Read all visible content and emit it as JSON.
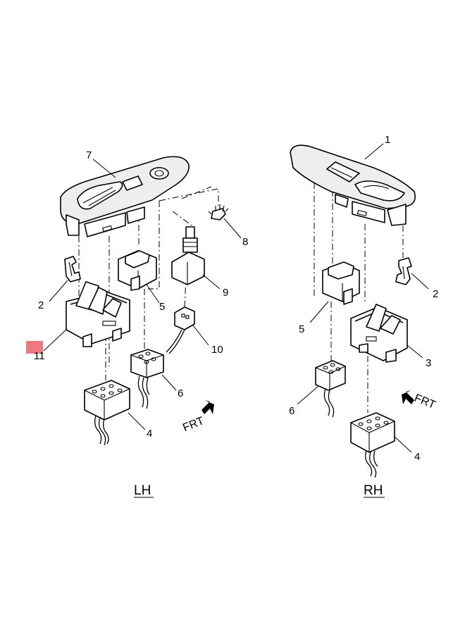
{
  "callouts_lh": [
    "7",
    "8",
    "9",
    "2",
    "5",
    "11",
    "10",
    "6",
    "4"
  ],
  "callouts_rh": [
    "1",
    "2",
    "5",
    "3",
    "6",
    "4"
  ],
  "side_labels": {
    "left": "LH",
    "right": "RH"
  },
  "front_label": "FRT",
  "highlight_color": "#e96a72"
}
